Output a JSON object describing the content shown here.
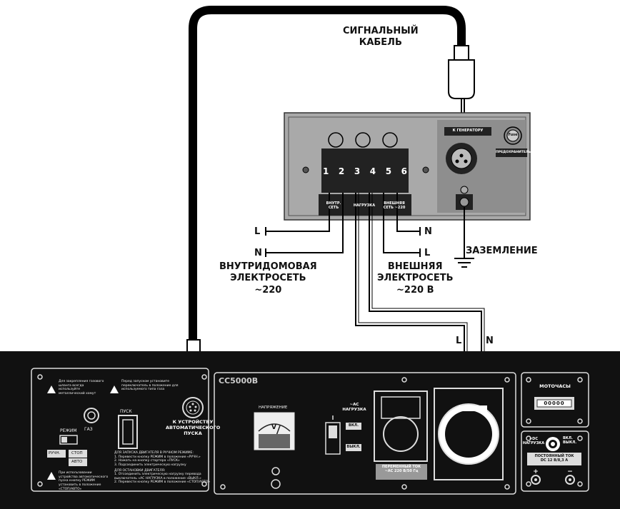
{
  "labels": {
    "signal_cable_1": "СИГНАЛЬНЫЙ",
    "signal_cable_2": "КАБЕЛЬ",
    "grounding": "ЗАЗЕМЛЕНИЕ",
    "internal_1": "ВНУТРИДОМОВАЯ",
    "internal_2": "ЭЛЕКТРОСЕТЬ",
    "internal_3": "~220",
    "external_1": "ВНЕШНЯЯ",
    "external_2": "ЭЛЕКТРОСЕТЬ",
    "external_3": "~220 В",
    "wire_l_left": "L",
    "wire_n_left": "N",
    "wire_n_right": "N",
    "wire_l_right": "L",
    "outlet_l": "L",
    "outlet_n": "N"
  },
  "switch_box": {
    "terminals": [
      "1",
      "2",
      "3",
      "4",
      "5",
      "6"
    ],
    "internal_tag": "ВНУТР. СЕТЬ",
    "load_tag": "НАГРУЗКА",
    "external_tag": "ВНЕШНЯЯ СЕТЬ ~220",
    "to_generator": "К ГЕНЕРАТОРУ",
    "fuse_label": "Fuse",
    "fuse_caption": "ПРЕДОХРАНИТЕЛЬ"
  },
  "generator": {
    "model": "CC5000B",
    "warn_1": "Для закрепления газового шланга всегда используйте металлический хомут",
    "warn_2": "Перед запуском установите переключатель в положение для используемого типа газа",
    "gas_label": "ГАЗ",
    "start_label": "ПУСК",
    "mode_label": "РЕЖИМ",
    "manual_label": "РУЧН.",
    "stop_label": "СТОП",
    "auto_label": "АВТО",
    "to_auto_1": "К УСТРОЙСТВУ",
    "to_auto_2": "АВТОМАТИЧЕСКОГО",
    "to_auto_3": "ПУСКА",
    "manual_start_title": "ДЛЯ ЗАПУСКА ДВИГАТЕЛЯ В РУЧНОМ РЕЖИМЕ:",
    "manual_start_1": "1. Перевести кнопку РЕЖИМ в положение «РУЧН.»",
    "manual_start_2": "2. Нажать на кнопку стартера «ПУСК»",
    "manual_start_3": "3. Подсоединить электрическую нагрузку",
    "stop_title": "ДЛЯ ОСТАНОВКИ ДВИГАТЕЛЯ:",
    "stop_1": "1. Отсоединить электрическую нагрузку перевода",
    "stop_1b": "выключатель «АС НАГРУЗКА в положение «ВЫКЛ.»",
    "stop_2": "2. Перевести кнопку РЕЖИМ в положение «СТОП/АВТО»",
    "auto_warn": "При использовании устройства автоматического пуска кнопку РЕЖИМ установить в положение «СТОП/АВТО»",
    "voltage_label": "НАПРЯЖЕНИЕ",
    "voltmeter_unit": "V",
    "ac_load_1": "~АС",
    "ac_load_2": "НАГРУЗКА",
    "on_label": "ВКЛ.",
    "off_label": "ВЫКЛ.",
    "ac_out_1": "ПЕРЕМЕННЫЙ ТОК",
    "ac_out_2": "~АС 220 В/50 Гц",
    "hours_label": "МОТОЧАСЫ",
    "hours_digits": "00000",
    "dc_label_1": "=DC",
    "dc_label_2": "НАГРУЗКА",
    "dc_on": "ВКЛ.",
    "dc_off": "ВЫКЛ.",
    "dc_title": "ПОСТОЯННЫЙ ТОК",
    "dc_value": "DC 12 В/8,3 А",
    "plus": "+",
    "minus": "−"
  }
}
